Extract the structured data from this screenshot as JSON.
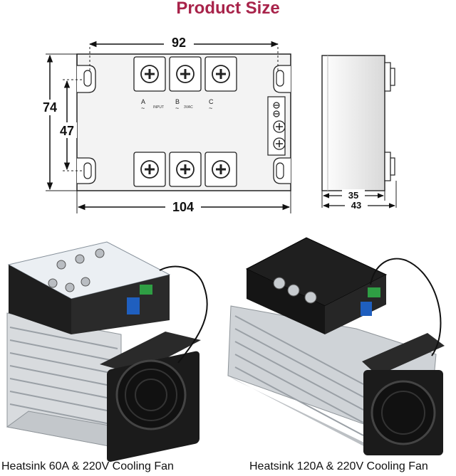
{
  "title": "Product Size",
  "front_view": {
    "width_top": "92",
    "height_outer": "74",
    "height_inner": "47",
    "width_bottom": "104",
    "terminals": [
      {
        "letter": "A",
        "wave": "~"
      },
      {
        "letter": "B",
        "wave": "~"
      },
      {
        "letter": "C",
        "wave": "~"
      }
    ],
    "input_label": "INPUT",
    "voltage_label": "3VAC"
  },
  "side_view": {
    "depth_inner": "35",
    "depth_outer": "43"
  },
  "products": [
    {
      "caption": "Heatsink 60A & 220V Cooling Fan"
    },
    {
      "caption": "Heatsink 120A & 220V Cooling Fan"
    }
  ],
  "colors": {
    "title": "#a8234a",
    "drawing_fill": "#f2f2f2",
    "relay_body": "#1c1c1c",
    "heatsink": "#c9cdd1",
    "terminal_block": "#2f9e44",
    "potentiometer": "#1f5fbf"
  }
}
